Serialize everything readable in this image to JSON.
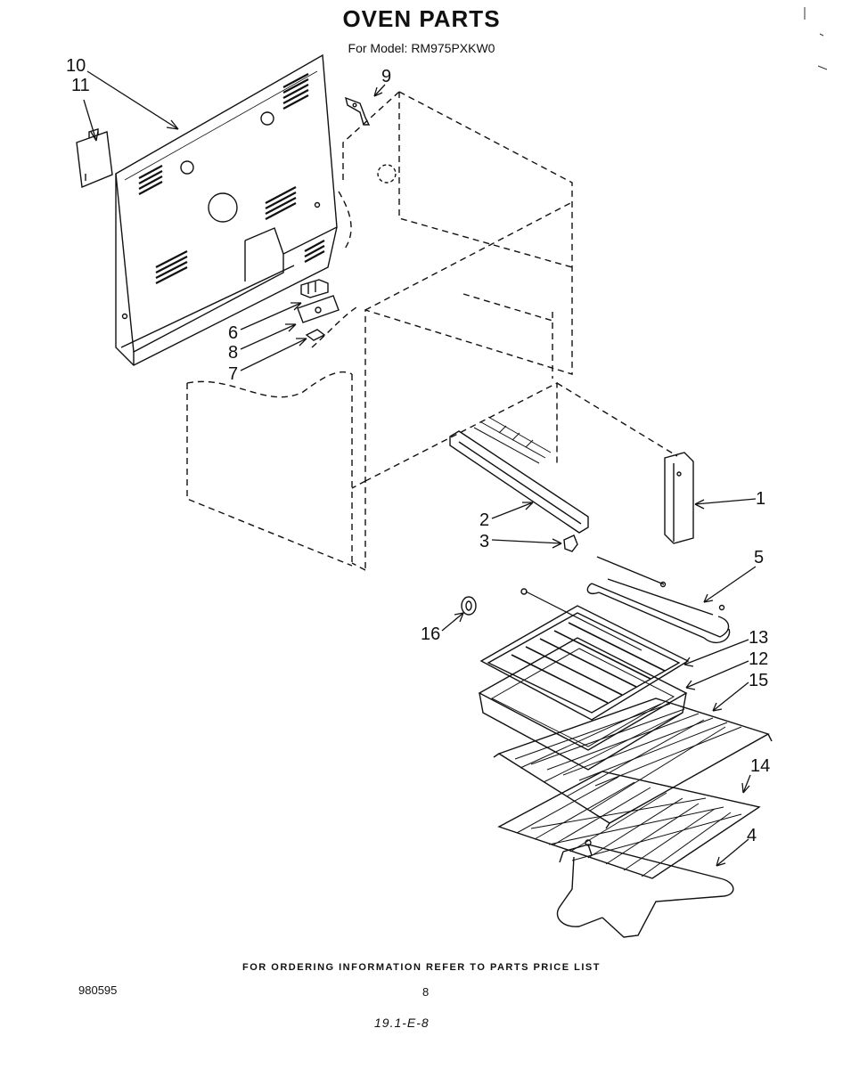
{
  "header": {
    "title": "OVEN PARTS",
    "model_line": "For Model: RM975PXKW0"
  },
  "callouts": {
    "c1": "1",
    "c2": "2",
    "c3": "3",
    "c4": "4",
    "c5": "5",
    "c6": "6",
    "c7": "7",
    "c8": "8",
    "c9": "9",
    "c10": "10",
    "c11": "11",
    "c12": "12",
    "c13": "13",
    "c14": "14",
    "c15": "15",
    "c16": "16"
  },
  "footer": {
    "ordering_note": "FOR ORDERING INFORMATION REFER TO PARTS PRICE LIST",
    "doc_number": "980595",
    "page_number": "8",
    "handwritten_ref": "19.1-E-8"
  }
}
